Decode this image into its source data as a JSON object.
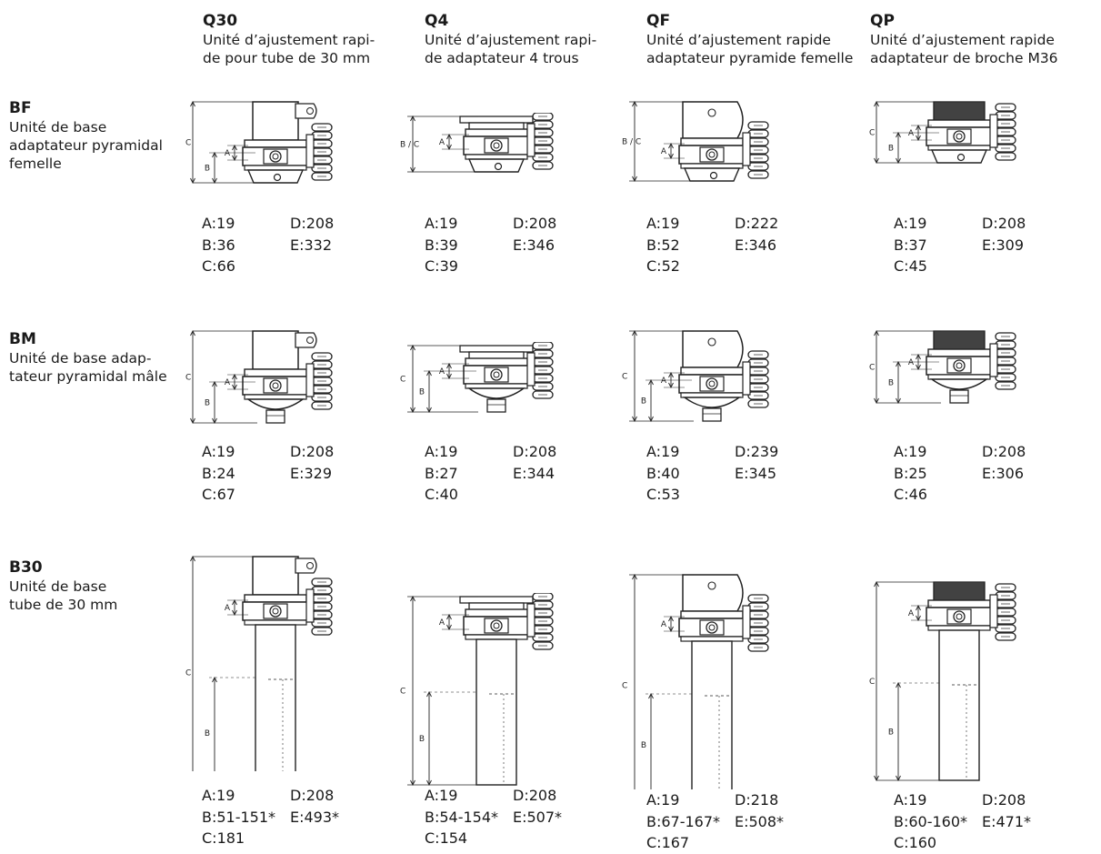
{
  "columns": [
    {
      "code": "Q30",
      "desc": "Unité d’ajustement rapi-\nde pour tube de 30 mm"
    },
    {
      "code": "Q4",
      "desc": "Unité d’ajustement rapi-\nde adaptateur 4 trous"
    },
    {
      "code": "QF",
      "desc": "Unité d’ajustement rapide\nadaptateur pyramide femelle"
    },
    {
      "code": "QP",
      "desc": "Unité d’ajustement rapide\nadaptateur de broche M36"
    }
  ],
  "rows": [
    {
      "code": "BF",
      "desc": "Unité de base\nadaptateur pyramidal\nfemelle"
    },
    {
      "code": "BM",
      "desc": "Unité de base adap-\ntateur pyramidal mâle"
    },
    {
      "code": "B30",
      "desc": "Unité de base\ntube de 30 mm"
    }
  ],
  "labels": {
    "a": "A",
    "b": "B",
    "c": "C",
    "bc": "B / C"
  },
  "cells": {
    "r0": [
      {
        "a": "A:19",
        "b": "B:36",
        "c": "C:66",
        "d": "D:208",
        "e": "E:332"
      },
      {
        "a": "A:19",
        "b": "B:39",
        "c": "C:39",
        "d": "D:208",
        "e": "E:346"
      },
      {
        "a": "A:19",
        "b": "B:52",
        "c": "C:52",
        "d": "D:222",
        "e": "E:346"
      },
      {
        "a": "A:19",
        "b": "B:37",
        "c": "C:45",
        "d": "D:208",
        "e": "E:309"
      }
    ],
    "r1": [
      {
        "a": "A:19",
        "b": "B:24",
        "c": "C:67",
        "d": "D:208",
        "e": "E:329"
      },
      {
        "a": "A:19",
        "b": "B:27",
        "c": "C:40",
        "d": "D:208",
        "e": "E:344"
      },
      {
        "a": "A:19",
        "b": "B:40",
        "c": "C:53",
        "d": "D:239",
        "e": "E:345"
      },
      {
        "a": "A:19",
        "b": "B:25",
        "c": "C:46",
        "d": "D:208",
        "e": "E:306"
      }
    ],
    "r2": [
      {
        "a": "A:19",
        "b": "B:51-151*",
        "c": "C:181",
        "d": "D:208",
        "e": "E:493*"
      },
      {
        "a": "A:19",
        "b": "B:54-154*",
        "c": "C:154",
        "d": "D:208",
        "e": "E:507*"
      },
      {
        "a": "A:19",
        "b": "B:67-167*",
        "c": "C:167",
        "d": "D:218",
        "e": "E:508*"
      },
      {
        "a": "A:19",
        "b": "B:60-160*",
        "c": "C:160",
        "d": "D:208",
        "e": "E:471*"
      }
    ]
  }
}
